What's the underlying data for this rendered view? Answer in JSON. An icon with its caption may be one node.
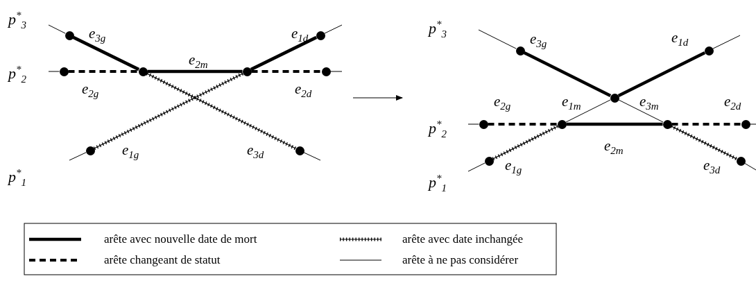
{
  "diagram": {
    "nodes": [
      {
        "text": [],
        "shape": "circle"
      },
      {
        "text": [],
        "shape": "circle"
      },
      {
        "text": [],
        "shape": "circle"
      },
      {
        "text": [],
        "shape": "circle"
      },
      {
        "text": [],
        "shape": "circle"
      },
      {
        "text": [],
        "shape": "circle"
      },
      {
        "text": [],
        "shape": "circle"
      },
      {
        "text": [],
        "shape": "circle"
      },
      {
        "text": [],
        "shape": "circle"
      },
      {
        "text": [],
        "shape": "circle"
      },
      {
        "text": [],
        "shape": "circle"
      },
      {
        "text": [],
        "shape": "circle"
      },
      {
        "text": [],
        "shape": "circle"
      },
      {
        "text": [],
        "shape": "circle"
      },
      {
        "text": [],
        "shape": "circle"
      },
      {
        "text": [],
        "shape": "circle"
      },
      {
        "text": [],
        "shape": "circle"
      }
    ],
    "edges": [
      {
        "from": 1,
        "to": 3,
        "arrow": "none",
        "label": "e$_{3g}$",
        "style": "thick"
      },
      {
        "from": 3,
        "to": 4,
        "arrow": "none",
        "label": "e$_{2m}$",
        "style": "thick"
      },
      {
        "from": 4,
        "to": 6,
        "arrow": "none",
        "label": "e$_{1d}$",
        "style": "thick"
      },
      {
        "from": 0,
        "to": 3,
        "arrow": "none",
        "label": "e$_{2g}$",
        "style": "dashed"
      },
      {
        "from": 4,
        "to": 7,
        "arrow": "none",
        "label": "e$_{2d}$",
        "style": "dashed"
      },
      {
        "from": 2,
        "to": 4,
        "arrow": "none",
        "label": "e$_{1g}$"
      },
      {
        "from": 3,
        "to": 5,
        "arrow": "none",
        "label": "e$_{3d}$"
      },
      {
        "from": null,
        "to": 1,
        "arrow": "none"
      },
      {
        "from": null,
        "to": 0,
        "arrow": "none"
      },
      {
        "from": null,
        "to": 2,
        "arrow": "none"
      },
      {
        "from": 6,
        "to": null,
        "arrow": "none"
      },
      {
        "from": 7,
        "to": null,
        "arrow": "none"
      },
      {
        "from": 5,
        "to": null,
        "arrow": "none"
      },
      {
        "from": 10,
        "to": 12,
        "arrow": "none",
        "label": "e$_{3g}$",
        "style": "thick"
      },
      {
        "from": 12,
        "to": 14,
        "arrow": "none",
        "label": "e$_{1d}$",
        "style": "thick"
      },
      {
        "from": 11,
        "to": 13,
        "arrow": "none",
        "label": "e$_{2m}$",
        "style": "thick"
      },
      {
        "from": 8,
        "to": 11,
        "arrow": "none",
        "label": "e$_{2g}$",
        "style": "dashed"
      },
      {
        "from": 13,
        "to": 16,
        "arrow": "none",
        "label": "e$_{2d}$",
        "style": "dashed"
      },
      {
        "from": 9,
        "to": 11,
        "arrow": "none",
        "label": "e$_{1g}$"
      },
      {
        "from": 13,
        "to": 15,
        "arrow": "none",
        "label": "e$_{3d}$"
      },
      {
        "from": 11,
        "to": 12,
        "arrow": "none",
        "label": "e$_{1m}$"
      },
      {
        "from": 12,
        "to": 13,
        "arrow": "none",
        "label": "e$_{3m}$"
      },
      {
        "from": null,
        "to": 10,
        "arrow": "none"
      },
      {
        "from": null,
        "to": 8,
        "arrow": "none"
      },
      {
        "from": null,
        "to": 9,
        "arrow": "none"
      },
      {
        "from": 14,
        "to": null,
        "arrow": "none"
      },
      {
        "from": 16,
        "to": null,
        "arrow": "none"
      },
      {
        "from": 15,
        "to": null,
        "arrow": "none"
      }
    ],
    "labels": [
      "p$^{*}$$_{3}$",
      "p$^{*}$$_{2}$",
      "p$^{*}$$_{1}$",
      "p$^{*}$$_{3}$",
      "p$^{*}$$_{2}$",
      "p$^{*}$$_{1}$"
    ],
    "legend": [
      {
        "text": "arête avec nouvelle date de mort"
      },
      {
        "text": "arête avec date inchangée"
      },
      {
        "text": "arête changeant de statut"
      },
      {
        "text": "arête à ne pas considérer"
      }
    ]
  }
}
